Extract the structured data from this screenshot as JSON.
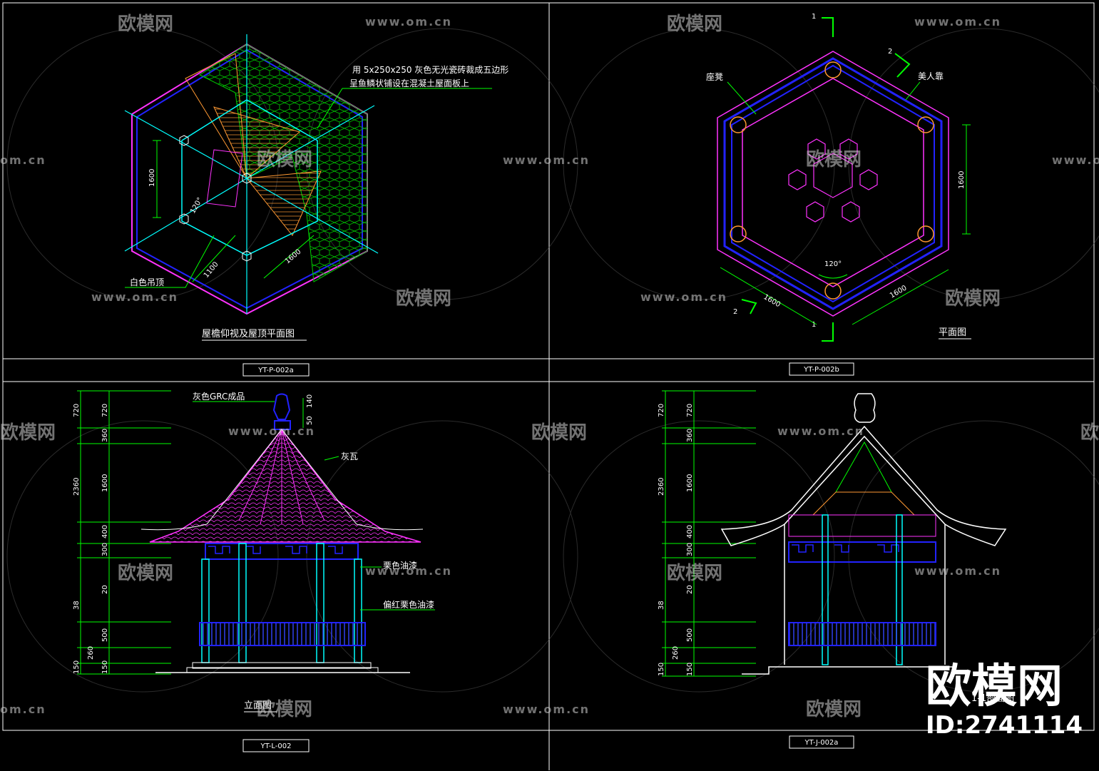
{
  "panels": {
    "roof_plan": {
      "title": "屋檐仰视及屋顶平面图",
      "code": "YT-P-002a",
      "note_line1": "用 5x250x250 灰色无光瓷砖裁成五边形",
      "note_line2": "呈鱼鳞状铺设在混凝土屋面板上",
      "ceiling_label": "白色吊顶",
      "dims": [
        "1600",
        "120°",
        "1600",
        "1100"
      ]
    },
    "floor_plan": {
      "title": "平面图",
      "code": "YT-P-002b",
      "seat_label": "座凳",
      "bench_label": "美人靠",
      "dims": [
        "1600",
        "120°",
        "1600",
        "1600"
      ],
      "section_marks": [
        "1",
        "2",
        "2",
        "1"
      ]
    },
    "elevation": {
      "title": "立面图",
      "code": "YT-L-002",
      "finial_label": "灰色GRC成品",
      "tile_label": "灰瓦",
      "paint1_label": "栗色油漆",
      "paint2_label": "偏红栗色油漆",
      "finial_dims": [
        "140",
        "50"
      ],
      "left_dims_outer": [
        "720",
        "2360",
        "38",
        "260",
        "150"
      ],
      "left_dims_inner": [
        "720",
        "360",
        "1600",
        "400",
        "300",
        "20",
        "500",
        "150"
      ]
    },
    "section": {
      "title": "1-1剖面图",
      "code": "YT-J-002a",
      "left_dims_outer": [
        "720",
        "2360",
        "38",
        "260",
        "150"
      ],
      "left_dims_inner": [
        "720",
        "360",
        "1600",
        "400",
        "300",
        "20",
        "500",
        "150"
      ]
    }
  },
  "watermark": {
    "brand": "欧模网",
    "site": "www.om.cn",
    "site_short": "om.cn",
    "id_text": "ID:2741114"
  },
  "colors": {
    "frame": "#ffffff",
    "dim": "#00ff00",
    "roof": "#ff33ff",
    "blue": "#2222ff",
    "cyan": "#00ffff",
    "orange": "#ff9933",
    "greenTile": "#00cc00"
  }
}
